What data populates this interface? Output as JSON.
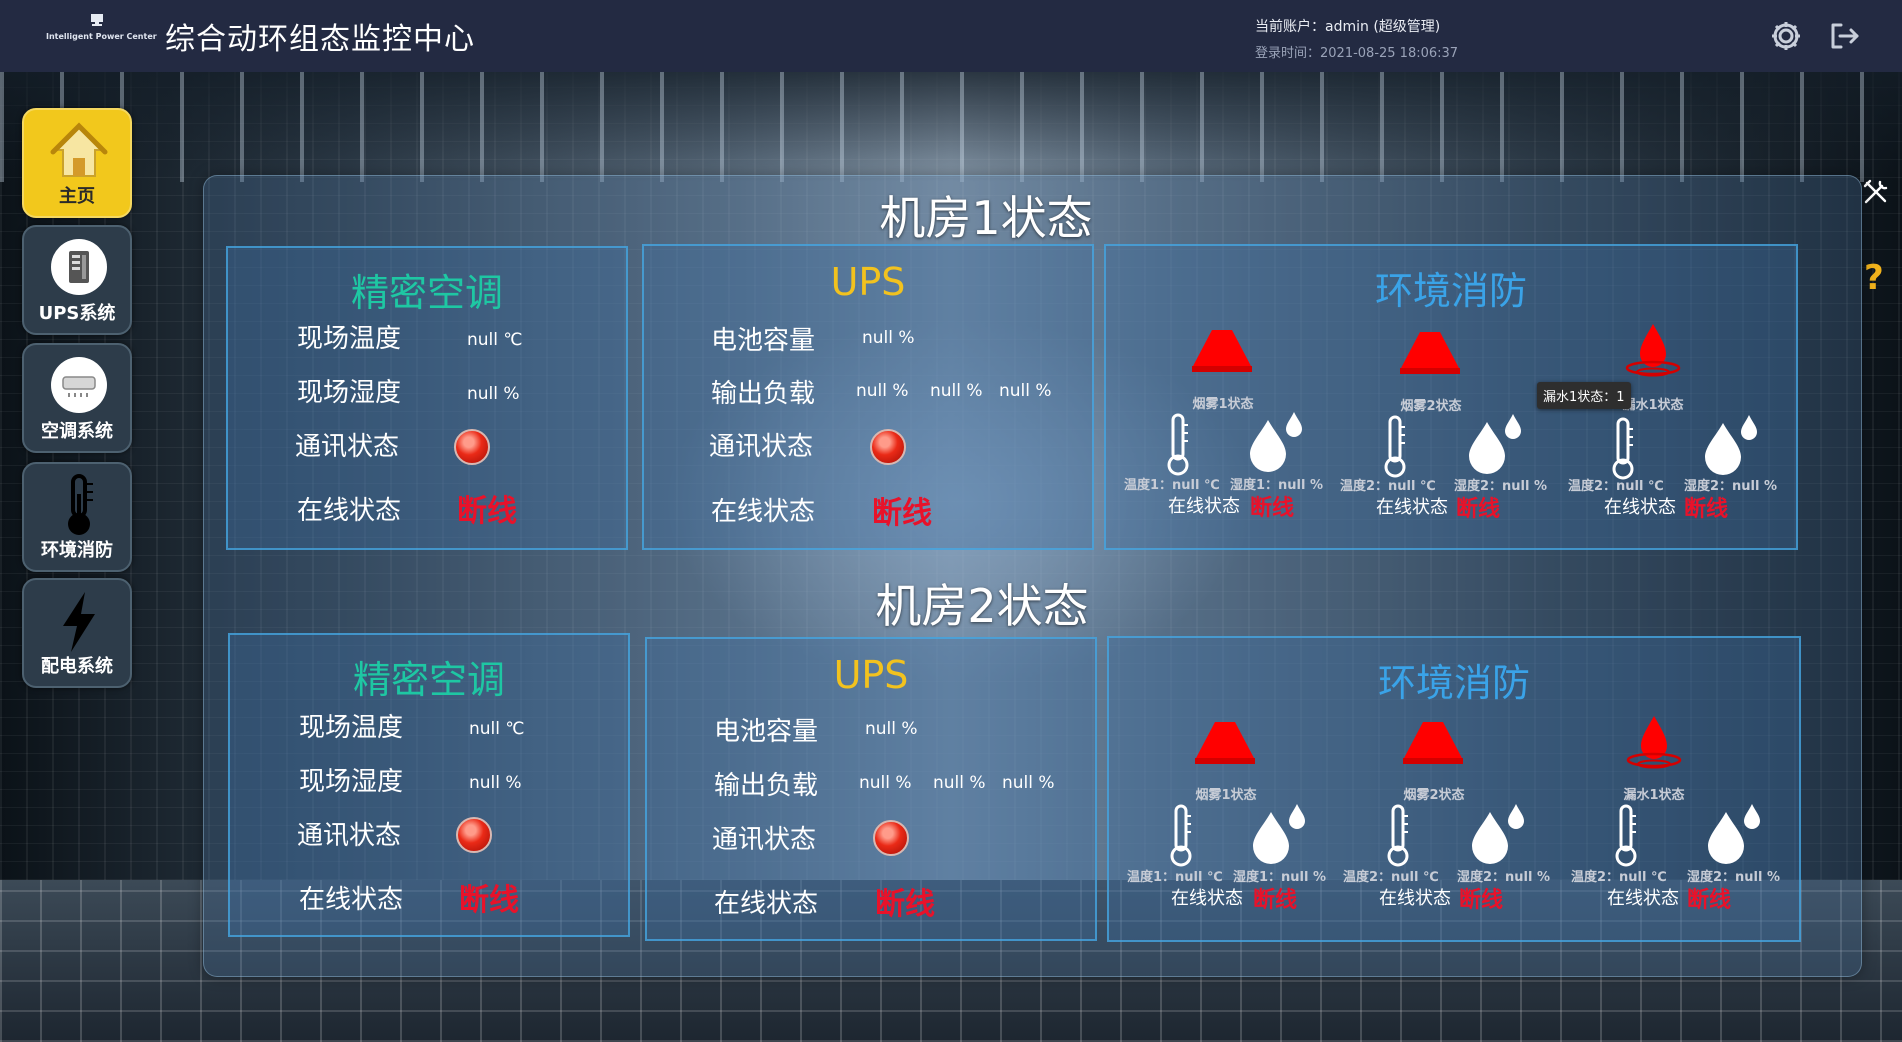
{
  "header": {
    "logo_text": "Intelligent Power Center",
    "title": "综合动环组态监控中心",
    "account": "当前账户：admin (超级管理)",
    "login_time": "登录时间：2021-08-25 18:06:37"
  },
  "sidebar": {
    "items": [
      {
        "label": "主页",
        "icon": "home-icon",
        "active": true
      },
      {
        "label": "UPS系统",
        "icon": "ups-icon",
        "active": false
      },
      {
        "label": "空调系统",
        "icon": "air-conditioner-icon",
        "active": false
      },
      {
        "label": "环境消防",
        "icon": "thermometer-icon",
        "active": false
      },
      {
        "label": "配电系统",
        "icon": "lightning-icon",
        "active": false
      }
    ]
  },
  "tools": {
    "help": "?"
  },
  "rooms": [
    {
      "title": "机房1状态",
      "ac": {
        "title": "精密空调",
        "temp_label": "现场温度",
        "temp_value": "null ℃",
        "hum_label": "现场湿度",
        "hum_value": "null %",
        "comm_label": "通讯状态",
        "online_label": "在线状态",
        "online_value": "断线"
      },
      "ups": {
        "title": "UPS",
        "battery_label": "电池容量",
        "battery_value": "null %",
        "load_label": "输出负载",
        "load_values": [
          "null %",
          "null %",
          "null %"
        ],
        "comm_label": "通讯状态",
        "online_label": "在线状态",
        "online_value": "断线"
      },
      "env": {
        "title": "环境消防",
        "alarms": [
          "烟雾1状态",
          "烟雾2状态",
          "漏水1状态"
        ],
        "tooltip": "漏水1状态：1",
        "groups": [
          {
            "temp": "温度1：null ℃",
            "hum": "湿度1：null %",
            "online_label": "在线状态",
            "online_value": "断线"
          },
          {
            "temp": "温度2：null ℃",
            "hum": "湿度2：null %",
            "online_label": "在线状态",
            "online_value": "断线"
          },
          {
            "temp": "温度2：null ℃",
            "hum": "湿度2：null %",
            "online_label": "在线状态",
            "online_value": "断线"
          }
        ]
      }
    },
    {
      "title": "机房2状态",
      "ac": {
        "title": "精密空调",
        "temp_label": "现场温度",
        "temp_value": "null ℃",
        "hum_label": "现场湿度",
        "hum_value": "null %",
        "comm_label": "通讯状态",
        "online_label": "在线状态",
        "online_value": "断线"
      },
      "ups": {
        "title": "UPS",
        "battery_label": "电池容量",
        "battery_value": "null %",
        "load_label": "输出负载",
        "load_values": [
          "null %",
          "null %",
          "null %"
        ],
        "comm_label": "通讯状态",
        "online_label": "在线状态",
        "online_value": "断线"
      },
      "env": {
        "title": "环境消防",
        "alarms": [
          "烟雾1状态",
          "烟雾2状态",
          "漏水1状态"
        ],
        "groups": [
          {
            "temp": "温度1：null ℃",
            "hum": "湿度1：null %",
            "online_label": "在线状态",
            "online_value": "断线"
          },
          {
            "temp": "温度2：null ℃",
            "hum": "湿度2：null %",
            "online_label": "在线状态",
            "online_value": "断线"
          },
          {
            "temp": "温度2：null ℃",
            "hum": "湿度2：null %",
            "online_label": "在线状态",
            "online_value": "断线"
          }
        ]
      }
    }
  ],
  "colors": {
    "header_bg": "#232a42",
    "active_nav": "#f2c81c",
    "ac_title": "#1ec7a3",
    "ups_title": "#f2c21e",
    "env_title": "#3aa3e8",
    "alarm_red": "#e8122a"
  }
}
